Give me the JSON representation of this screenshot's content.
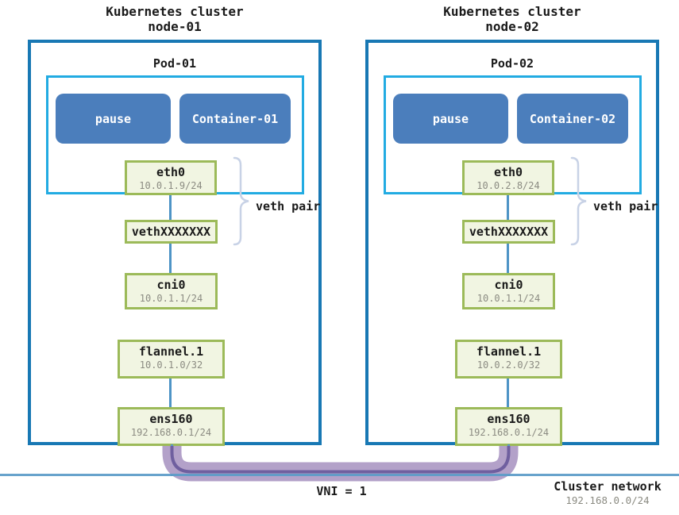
{
  "nodes": [
    {
      "title_line1": "Kubernetes cluster",
      "title_line2": "node-01",
      "pod_label": "Pod-01",
      "containers": {
        "pause": "pause",
        "app": "Container-01"
      },
      "veth_pair_label": "veth pair",
      "ifaces": {
        "eth0": {
          "name": "eth0",
          "ip": "10.0.1.9/24"
        },
        "veth": {
          "name": "vethXXXXXXX"
        },
        "cni0": {
          "name": "cni0",
          "ip": "10.0.1.1/24"
        },
        "flannel": {
          "name": "flannel.1",
          "ip": "10.0.1.0/32"
        },
        "ens160": {
          "name": "ens160",
          "ip": "192.168.0.1/24"
        }
      }
    },
    {
      "title_line1": "Kubernetes cluster",
      "title_line2": "node-02",
      "pod_label": "Pod-02",
      "containers": {
        "pause": "pause",
        "app": "Container-02"
      },
      "veth_pair_label": "veth pair",
      "ifaces": {
        "eth0": {
          "name": "eth0",
          "ip": "10.0.2.8/24"
        },
        "veth": {
          "name": "vethXXXXXXX"
        },
        "cni0": {
          "name": "cni0",
          "ip": "10.0.1.1/24"
        },
        "flannel": {
          "name": "flannel.1",
          "ip": "10.0.2.0/32"
        },
        "ens160": {
          "name": "ens160",
          "ip": "192.168.0.1/24"
        }
      }
    }
  ],
  "footer": {
    "vni_label": "VNI = 1",
    "cluster_network_title": "Cluster network",
    "cluster_network_cidr": "192.168.0.0/24"
  },
  "colors": {
    "node_border": "#1878b4",
    "pod_border": "#22abe2",
    "container_fill": "#4b7ebc",
    "iface_border": "#9cba59",
    "iface_fill": "#f1f5e2",
    "connector": "#4e94c6",
    "tunnel_light": "#b3a1c9",
    "tunnel_dark": "#6f5f9f",
    "cluster_line": "#5b9bc8",
    "bracket": "#c8d2e6",
    "ip_text": "#8b8b82"
  }
}
